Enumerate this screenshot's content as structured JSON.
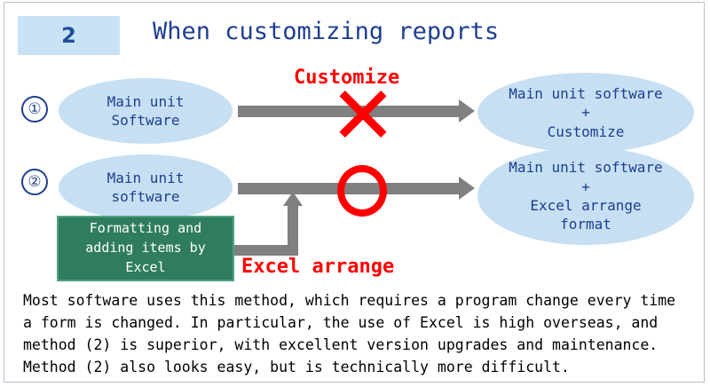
{
  "slide": {
    "number": "2",
    "title": "When customizing reports"
  },
  "rows": [
    {
      "marker": "①",
      "source_ellipse": "Main unit\nSoftware",
      "source_lines": [
        "Main unit",
        "Software"
      ],
      "arrow_label": "Customize",
      "arrow_mark": "x-mark",
      "result_lines": [
        "Main unit software",
        "+",
        "Customize"
      ]
    },
    {
      "marker": "②",
      "source_lines": [
        "Main unit",
        "software"
      ],
      "arrow_label": "Excel arrange",
      "arrow_mark": "o-mark",
      "result_lines": [
        "Main unit software",
        "+",
        "Excel arrange",
        "format"
      ]
    }
  ],
  "green_box": {
    "lines": [
      "Formatting and",
      "adding items by",
      "Excel"
    ]
  },
  "body_text": "Most software uses this method, which requires a program change every time a form is changed. In particular, the use of Excel is high overseas, and method (2) is superior, with excellent version upgrades and maintenance. Method (2) also looks easy, but is technically more difficult.",
  "colors": {
    "header_box": "#c9e2f5",
    "title_blue": "#1f3f8f",
    "ellipse_fill": "#c6dff3",
    "green_box": "#2f7d5e",
    "green_border": "#4fa37f",
    "arrow_gray": "#808080",
    "mark_red": "#ff0000"
  }
}
